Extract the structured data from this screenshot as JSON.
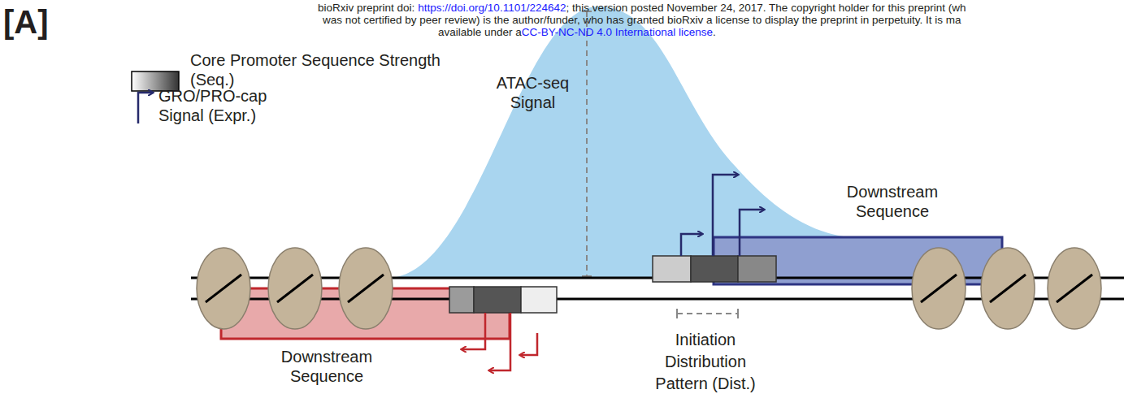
{
  "diagram": {
    "nodes": [
      {
        "text": [
          "Downstream Sequence"
        ]
      },
      {
        "text": [
          "Downstream Sequence"
        ]
      }
    ],
    "labels": [
      "[A]",
      "bioRxiv preprint doi:",
      "https://doi.org/10.1101/224642",
      "; this version posted November 24, 2017. The copyright holder for this preprint (wh",
      "was not certified by peer review) is the author/funder, who has granted bioRxiv a license to display the preprint in perpetuity. It is ma",
      "available under a",
      "CC-BY-NC-ND 4.0 International license",
      ".",
      "ATAC-seq Signal",
      "Initiation Distribution Pattern (Dist.)"
    ],
    "legend": [
      {
        "text": "Core Promoter Sequence Strength (Seq.)"
      },
      {
        "text": "GRO/PRO-cap Signal (Expr.)"
      }
    ]
  }
}
